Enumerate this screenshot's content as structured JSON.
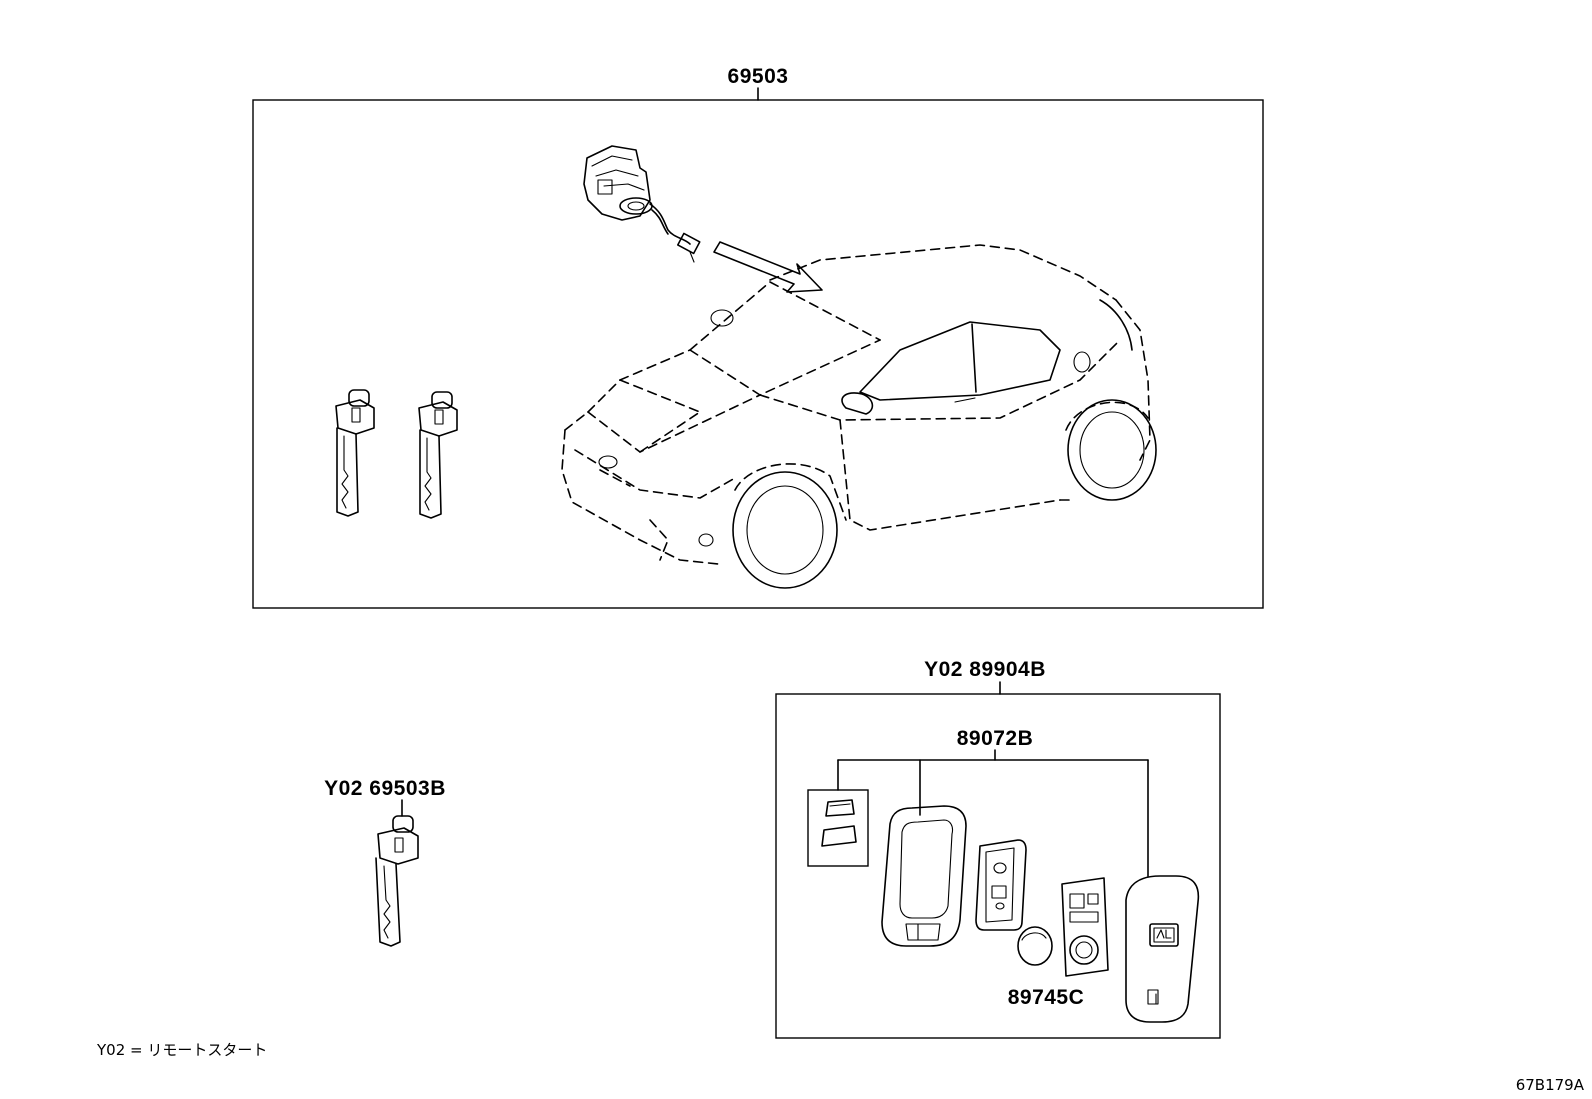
{
  "diagram": {
    "callouts": {
      "main_kit": "69503",
      "spare_key": "Y02 69503B",
      "smart_key_kit": "Y02 89904B",
      "smart_key_case": "89072B",
      "battery": "89745C"
    },
    "legend_note": "Y02 = リモートスタート",
    "figure_id": "67B179A"
  }
}
